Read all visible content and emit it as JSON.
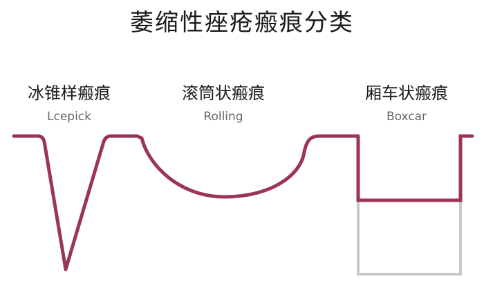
{
  "title": "萎缩性痤疮瘢痕分类",
  "scars": [
    {
      "name_zh": "冰锥样瘢痕",
      "name_en": "Lcepick"
    },
    {
      "name_zh": "滚筒状瘢痕",
      "name_en": "Rolling"
    },
    {
      "name_zh": "厢车状瘢痕",
      "name_en": "Boxcar"
    }
  ],
  "colors": {
    "profile_line": "#9b3556",
    "reference_line": "#c8c8c8",
    "text": "#1a1a1a",
    "subtext": "#666666"
  }
}
